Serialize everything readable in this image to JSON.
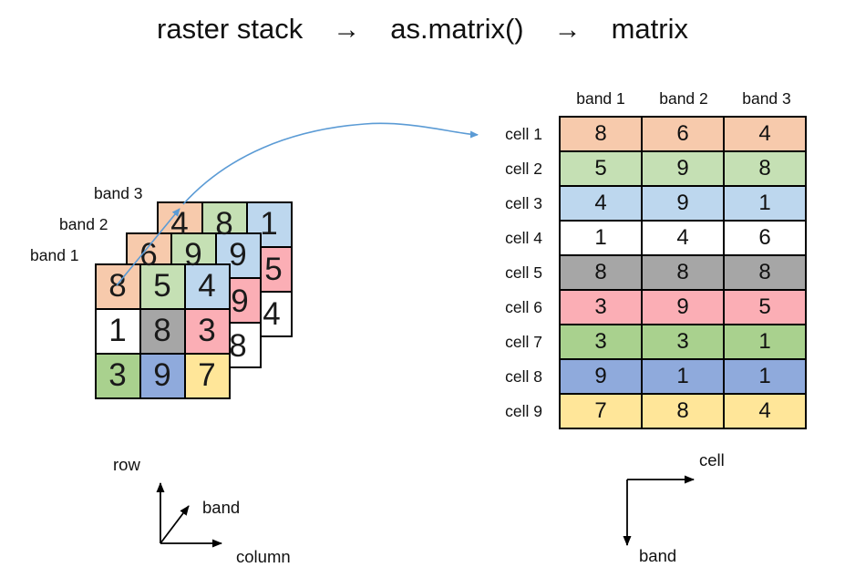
{
  "title": {
    "source": "raster stack",
    "arrow1": "→",
    "function": "as.matrix()",
    "arrow2": "→",
    "result": "matrix"
  },
  "palette": {
    "orange": "#F7CAAC",
    "light_green": "#C5E0B4",
    "light_blue": "#BDD7EE",
    "white": "#FFFFFF",
    "gray": "#A6A6A6",
    "pink": "#FBAEB5",
    "green": "#A9D18E",
    "blue": "#8FAADC",
    "yellow": "#FFE699",
    "arrow_blue": "#5B9BD5",
    "line_black": "#000000"
  },
  "stack": {
    "band_labels": [
      "band 1",
      "band 2",
      "band 3"
    ],
    "band1": {
      "bg": [
        [
          "#F7CAAC",
          "#C5E0B4",
          "#BDD7EE"
        ],
        [
          "#FFFFFF",
          "#A6A6A6",
          "#FBAEB5"
        ],
        [
          "#A9D18E",
          "#8FAADC",
          "#FFE699"
        ]
      ],
      "digits": {
        "r1c1": "8",
        "r1c2": "5",
        "r1c3": "4",
        "r2c1": "1",
        "r2c2": "8",
        "r2c3": "3",
        "r3c1": "3",
        "r3c2": "9",
        "r3c3": "7"
      }
    },
    "band2": {
      "bg": [
        [
          "#F7CAAC",
          "#C5E0B4",
          "#BDD7EE"
        ],
        [
          "#FFFFFF",
          "#FFFFFF",
          "#FBAEB5"
        ],
        [
          "#FFFFFF",
          "#FFFFFF",
          "#FFFFFF"
        ]
      ],
      "digits": {
        "r1c1": "6",
        "r1c2": "9",
        "r1c3": "9",
        "r2c3": "9",
        "r3c3": "8"
      }
    },
    "band3": {
      "bg": [
        [
          "#F7CAAC",
          "#C5E0B4",
          "#BDD7EE"
        ],
        [
          "#FFFFFF",
          "#FFFFFF",
          "#FBAEB5"
        ],
        [
          "#FFFFFF",
          "#FFFFFF",
          "#FFFFFF"
        ]
      ],
      "digits": {
        "r1c1": "4",
        "r1c2": "8",
        "r1c3": "1",
        "r2c3": "5",
        "r3c3": "4"
      }
    }
  },
  "matrix": {
    "col_headers": [
      "band 1",
      "band 2",
      "band 3"
    ],
    "row_headers": [
      "cell 1",
      "cell 2",
      "cell 3",
      "cell 4",
      "cell 5",
      "cell 6",
      "cell 7",
      "cell 8",
      "cell 9"
    ],
    "rows": [
      {
        "bg": "#F7CAAC",
        "values": [
          "8",
          "6",
          "4"
        ]
      },
      {
        "bg": "#C5E0B4",
        "values": [
          "5",
          "9",
          "8"
        ]
      },
      {
        "bg": "#BDD7EE",
        "values": [
          "4",
          "9",
          "1"
        ]
      },
      {
        "bg": "#FFFFFF",
        "values": [
          "1",
          "4",
          "6"
        ]
      },
      {
        "bg": "#A6A6A6",
        "values": [
          "8",
          "8",
          "8"
        ]
      },
      {
        "bg": "#FBAEB5",
        "values": [
          "3",
          "9",
          "5"
        ]
      },
      {
        "bg": "#A9D18E",
        "values": [
          "3",
          "3",
          "1"
        ]
      },
      {
        "bg": "#8FAADC",
        "values": [
          "9",
          "1",
          "1"
        ]
      },
      {
        "bg": "#FFE699",
        "values": [
          "7",
          "8",
          "4"
        ]
      }
    ]
  },
  "axes_left": {
    "up_label": "row",
    "diagonal_label": "band",
    "right_label": "column"
  },
  "axes_right": {
    "right_label": "cell",
    "down_label": "band"
  }
}
